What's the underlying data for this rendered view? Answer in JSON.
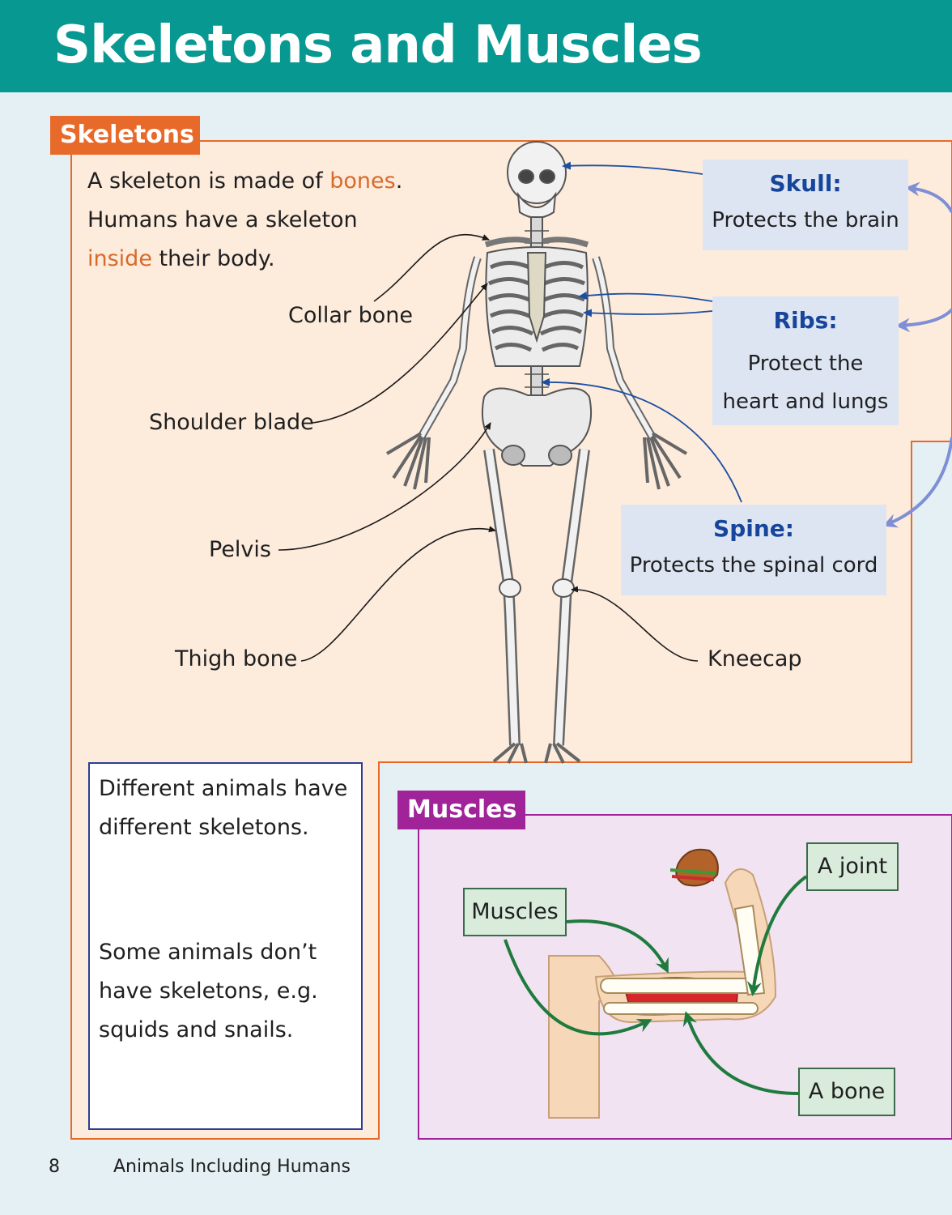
{
  "title": "Skeletons and Muscles",
  "skeletons": {
    "heading": "Skeletons",
    "intro_1a": "A skeleton is made of ",
    "intro_1b": "bones",
    "intro_1c": ".",
    "intro_2": "Humans have a skeleton",
    "intro_3a": "inside",
    "intro_3b": " their body.",
    "labels": {
      "collar_bone": "Collar bone",
      "shoulder_blade": "Shoulder blade",
      "pelvis": "Pelvis",
      "thigh_bone": "Thigh bone",
      "kneecap": "Kneecap"
    },
    "info_boxes": {
      "skull_title": "Skull:",
      "skull_text": "Protects the brain",
      "ribs_title": "Ribs:",
      "ribs_text_1": "Protect the",
      "ribs_text_2": "heart and lungs",
      "spine_title": "Spine:",
      "spine_text": "Protects the spinal cord"
    },
    "animals_box": {
      "line_1": "Different animals have",
      "line_2": "different skeletons.",
      "line_3": "Some animals don’t",
      "line_4": "have skeletons, e.g.",
      "line_5": "squids and snails."
    }
  },
  "muscles": {
    "heading": "Muscles",
    "labels": {
      "muscles": "Muscles",
      "joint": "A joint",
      "bone": "A bone"
    }
  },
  "footer": {
    "page_number": "8",
    "book_title": "Animals Including Humans"
  },
  "colors": {
    "header": "#079891",
    "skeletons_accent": "#e86a2a",
    "muscles_accent": "#a0239a",
    "info_box": "#dde5f3",
    "info_title": "#17459b",
    "muscle_label": "#d9ecdb",
    "arrow_green": "#1f7a3d"
  }
}
